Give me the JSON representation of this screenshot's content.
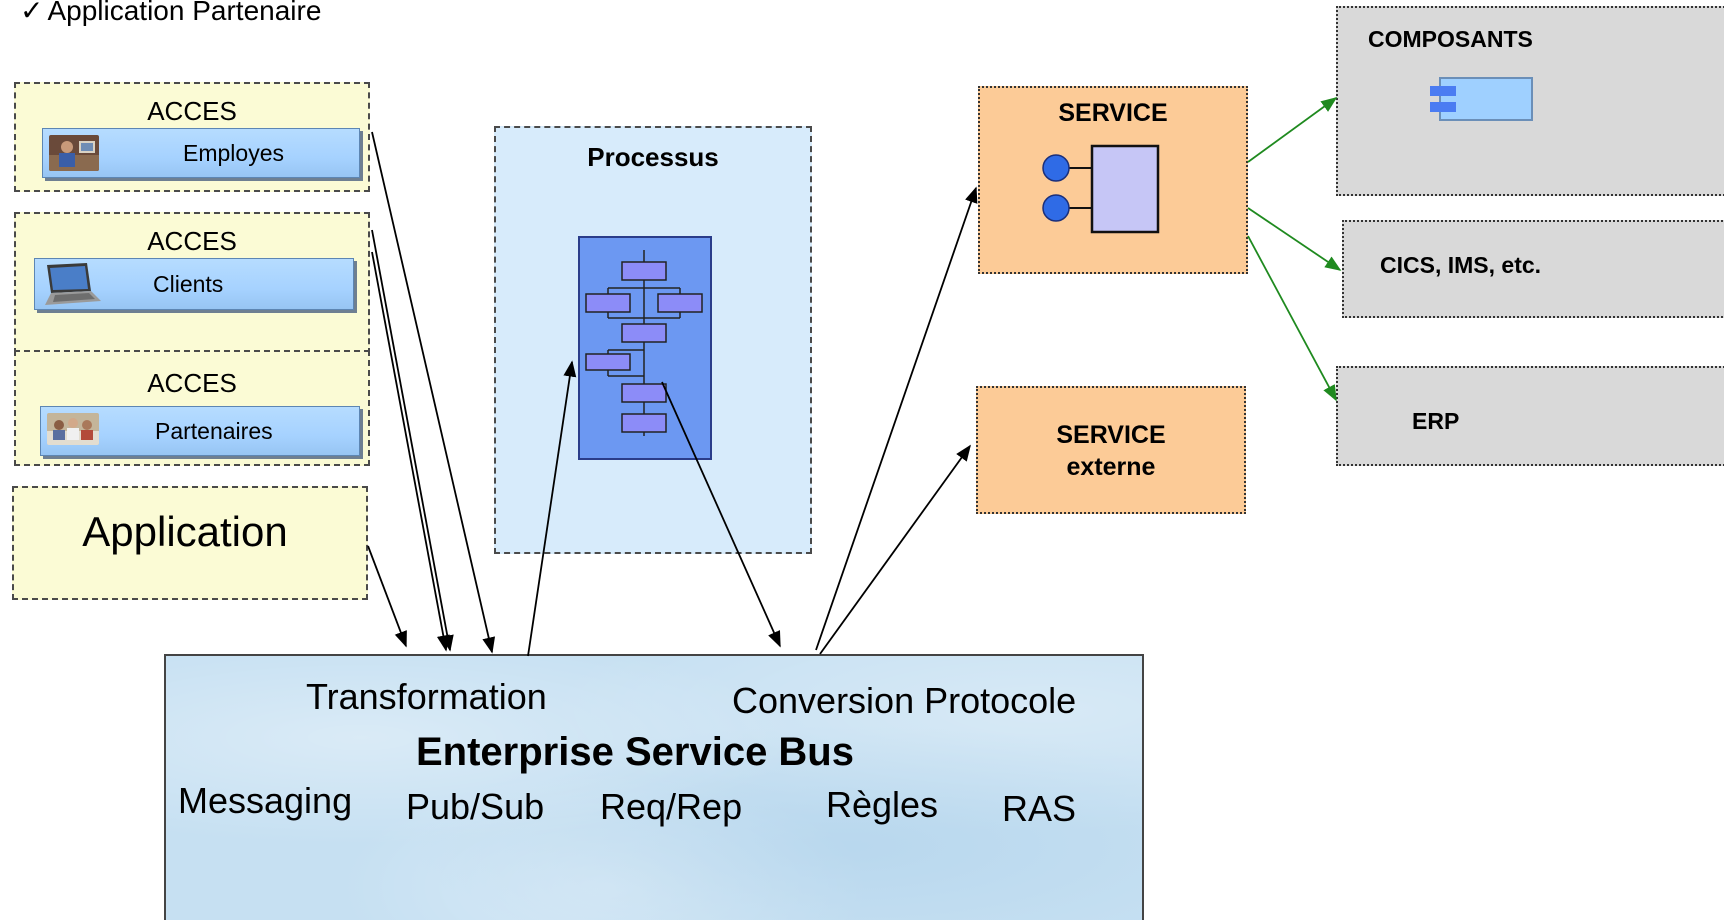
{
  "header_note": {
    "check": "✓",
    "text": "Application Partenaire"
  },
  "access_groups": [
    {
      "title": "ACCES",
      "label": "Employes",
      "icon": "employees-photo-icon"
    },
    {
      "title": "ACCES",
      "label": "Clients",
      "icon": "laptop-icon"
    },
    {
      "title": "ACCES",
      "label": "Partenaires",
      "icon": "partners-photo-icon"
    }
  ],
  "application": {
    "label": "Application"
  },
  "processus": {
    "title": "Processus",
    "icon": "workflow-diagram-icon"
  },
  "service": {
    "title": "SERVICE",
    "icon": "service-component-icon"
  },
  "service_externe": {
    "line1": "SERVICE",
    "line2": "externe"
  },
  "right_boxes": {
    "composants": {
      "title": "COMPOSANTS",
      "icon": "component-icon"
    },
    "cics": {
      "title": "CICS, IMS, etc."
    },
    "erp": {
      "title": "ERP"
    }
  },
  "esb": {
    "transformation": "Transformation",
    "conversion": "Conversion Protocole",
    "title": "Enterprise Service Bus",
    "messaging": "Messaging",
    "pubsub": "Pub/Sub",
    "reqrep": "Req/Rep",
    "regles": "Règles",
    "ras": "RAS"
  },
  "colors": {
    "acces_fill": "#fbfbd5",
    "acces_bar": "#a6d2ff",
    "processus_fill": "#d7ebfb",
    "workflow_fill": "#6c98f2",
    "service_fill": "#fccb97",
    "grey_fill": "#d9d9d9",
    "esb_fill": "#c6e0f2",
    "black_arrow": "#000000",
    "green_arrow": "#1f8a1f"
  }
}
